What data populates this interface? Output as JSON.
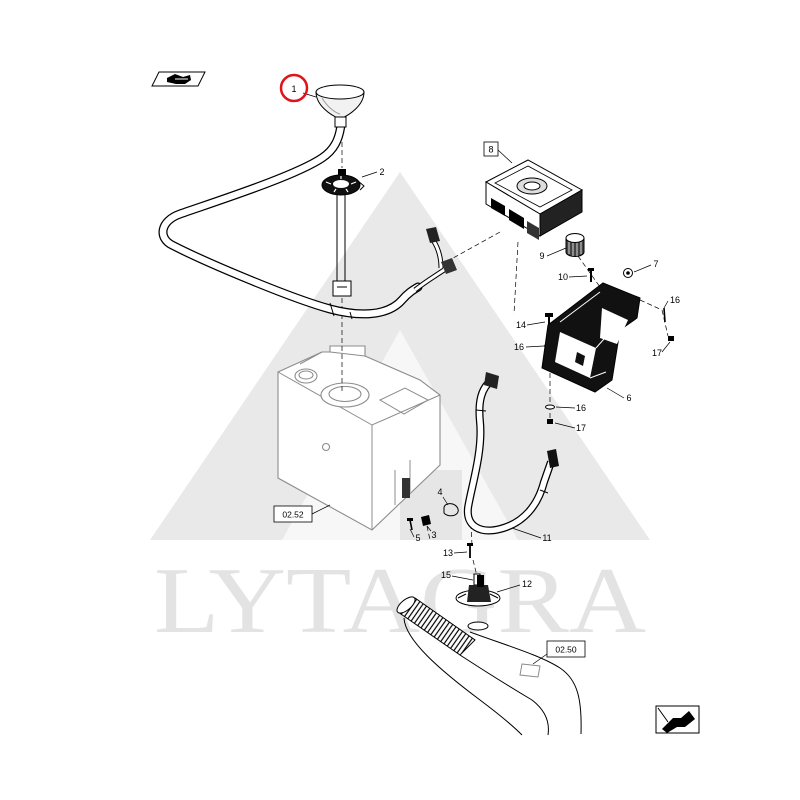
{
  "callouts": [
    {
      "label": "1",
      "highlighted": true
    },
    {
      "label": "2"
    },
    {
      "label": "3"
    },
    {
      "label": "4"
    },
    {
      "label": "5"
    },
    {
      "label": "6"
    },
    {
      "label": "7"
    },
    {
      "label": "8",
      "boxed": true
    },
    {
      "label": "9"
    },
    {
      "label": "10"
    },
    {
      "label": "11"
    },
    {
      "label": "12"
    },
    {
      "label": "13"
    },
    {
      "label": "14"
    },
    {
      "label": "15"
    },
    {
      "label": "16"
    },
    {
      "label": "16"
    },
    {
      "label": "16"
    },
    {
      "label": "17"
    },
    {
      "label": "17"
    }
  ],
  "references": [
    "02.52",
    "02.50"
  ],
  "watermark": "LYTAGRA",
  "colors": {
    "highlight": "#e0141b",
    "ink": "#000000",
    "tank": "#8c8c8c",
    "watermark": "#e8e8e8"
  },
  "icons": {
    "top_left": "book-hand-icon",
    "bottom_right": "next-page-icon"
  }
}
